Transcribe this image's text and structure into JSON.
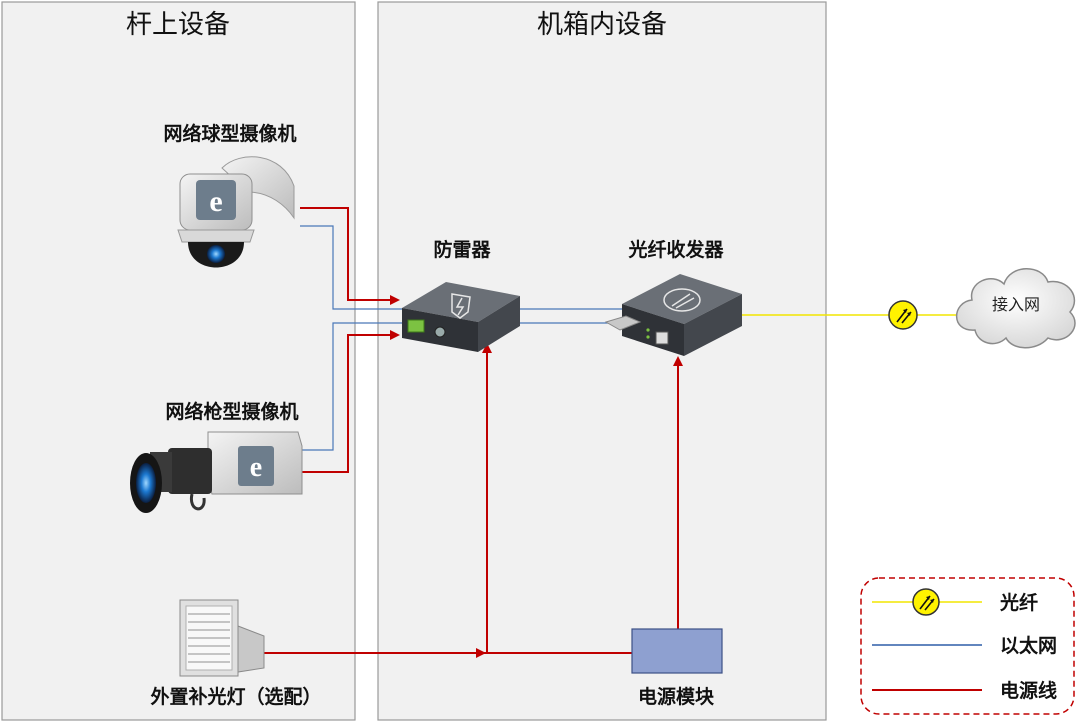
{
  "panels": {
    "pole": {
      "title": "杆上设备"
    },
    "cabinet": {
      "title": "机箱内设备"
    }
  },
  "devices": {
    "dome_camera": {
      "label": "网络球型摄像机",
      "icon": "dome-camera-icon"
    },
    "bullet_camera": {
      "label": "网络枪型摄像机",
      "icon": "bullet-camera-icon"
    },
    "fill_light": {
      "label": "外置补光灯（选配）",
      "icon": "floodlight-icon"
    },
    "surge_protector": {
      "label": "防雷器",
      "icon": "surge-protector-icon"
    },
    "fiber_transceiver": {
      "label": "光纤收发器",
      "icon": "fiber-transceiver-icon"
    },
    "power_module": {
      "label": "电源模块"
    },
    "network": {
      "label": "接入网",
      "icon": "cloud-icon"
    }
  },
  "legend": {
    "items": [
      {
        "label": "光纤",
        "color": "#f2e600",
        "icon": "fiber-connector-icon"
      },
      {
        "label": "以太网",
        "color": "#2f5fa8"
      },
      {
        "label": "电源线",
        "color": "#c00000"
      }
    ]
  },
  "colors": {
    "power": "#c00000",
    "ethernet": "#4a78b8",
    "fiber": "#f2e600",
    "power_module_fill": "#8ea0d0",
    "legend_border": "#c00000"
  }
}
